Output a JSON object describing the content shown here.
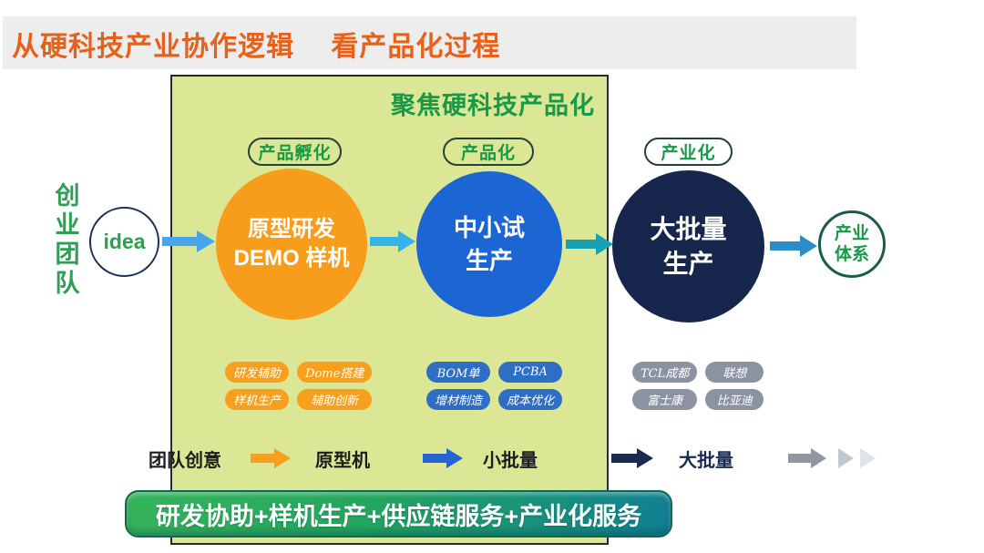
{
  "title": "从硬科技产业协作逻辑　 看产品化过程",
  "panel": {
    "heading": "聚焦硬科技产品化",
    "stage_labels": [
      "产品孵化",
      "产品化",
      "产业化"
    ]
  },
  "left_side": {
    "team_label": "创业团队",
    "idea_label": "idea"
  },
  "circles": {
    "prototype": {
      "line1": "原型研发",
      "line2": "DEMO 样机"
    },
    "pilot": {
      "line1": "中小试",
      "line2": "生产"
    },
    "mass": {
      "line1": "大批量",
      "line2": "生产"
    }
  },
  "outcome": {
    "line1": "产业",
    "line2": "体系"
  },
  "tags": {
    "orange": [
      "研发辅助",
      "Dome搭建",
      "样机生产",
      "辅助创新"
    ],
    "blue": [
      "BOM单",
      "PCBA",
      "增材制造",
      "成本优化"
    ],
    "gray": [
      "TCL成都",
      "联想",
      "富士康",
      "比亚迪"
    ]
  },
  "flow": [
    "团队创意",
    "原型机",
    "小批量",
    "大批量"
  ],
  "banner": "研发协助+样机生产+供应链服务+产业化服务",
  "colors": {
    "title_text": "#e8611a",
    "title_bar_bg": "#ededed",
    "panel_bg": "#dbe795",
    "green_text": "#179a47",
    "team_green": "#2f9e55",
    "orange_circle": "#f89c1c",
    "blue_circle": "#1b66d2",
    "navy_circle": "#17264d",
    "idea_ring_border": "#1d3050",
    "outcome_ring_border": "#1a5b4c",
    "arrow_idea": "#47a6ea",
    "arrow_cyan": "#35b3e8",
    "arrow_teal": "#17a0b2",
    "arrow_blue": "#2d8ccc",
    "flow_arrow_orange": "#f8a01e",
    "flow_arrow_blue": "#2563d4",
    "flow_arrow_navy": "#1b2b50",
    "flow_arrow_gray": "#9097a3",
    "tag_orange": "#f8a01e",
    "tag_blue": "#2f6ec5",
    "tag_gray": "#8b93a3",
    "banner_gradient_start": "#36b45c",
    "banner_gradient_end": "#0f7f95"
  }
}
